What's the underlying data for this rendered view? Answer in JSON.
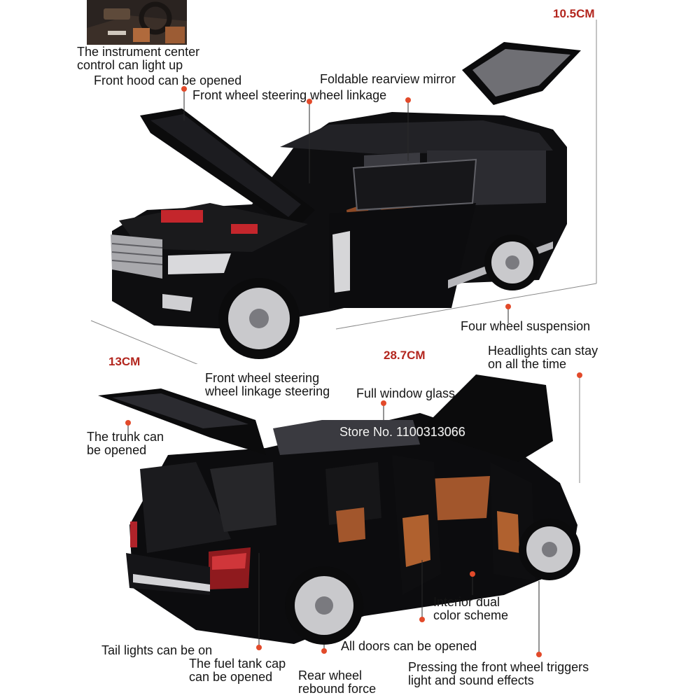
{
  "dimensions": {
    "height": "10.5CM",
    "width": "13CM",
    "length": "28.7CM"
  },
  "callouts": {
    "instrument_line1": "The instrument center",
    "instrument_line2": "control can light up",
    "front_hood": "Front hood can be opened",
    "foldable_mirror": "Foldable rearview mirror",
    "front_wheel_linkage": "Front wheel steering wheel linkage",
    "four_wheel_suspension": "Four wheel suspension",
    "headlights_line1": "Headlights can stay",
    "headlights_line2": "on all the time",
    "front_wheel_steering_line1": "Front wheel steering",
    "front_wheel_steering_line2": "wheel linkage steering",
    "full_window_glass": "Full window glass",
    "trunk_line1": "The trunk can",
    "trunk_line2": "be opened",
    "interior_line1": "Interior dual",
    "interior_line2": "color scheme",
    "tail_lights": "Tail lights can be on",
    "all_doors": "All doors can be opened",
    "fuel_tank_line1": "The fuel tank cap",
    "fuel_tank_line2": "can be opened",
    "rear_wheel_line1": "Rear wheel",
    "rear_wheel_line2": "rebound force",
    "pressing_line1": "Pressing the front wheel triggers",
    "pressing_line2": "light and sound effects"
  },
  "watermark": "Store No. 1100313066",
  "colors": {
    "car_body": "#0c0c0e",
    "interior": "#a2562c",
    "accent_dot": "#e24a2a",
    "dimension_text": "#b3261e"
  }
}
